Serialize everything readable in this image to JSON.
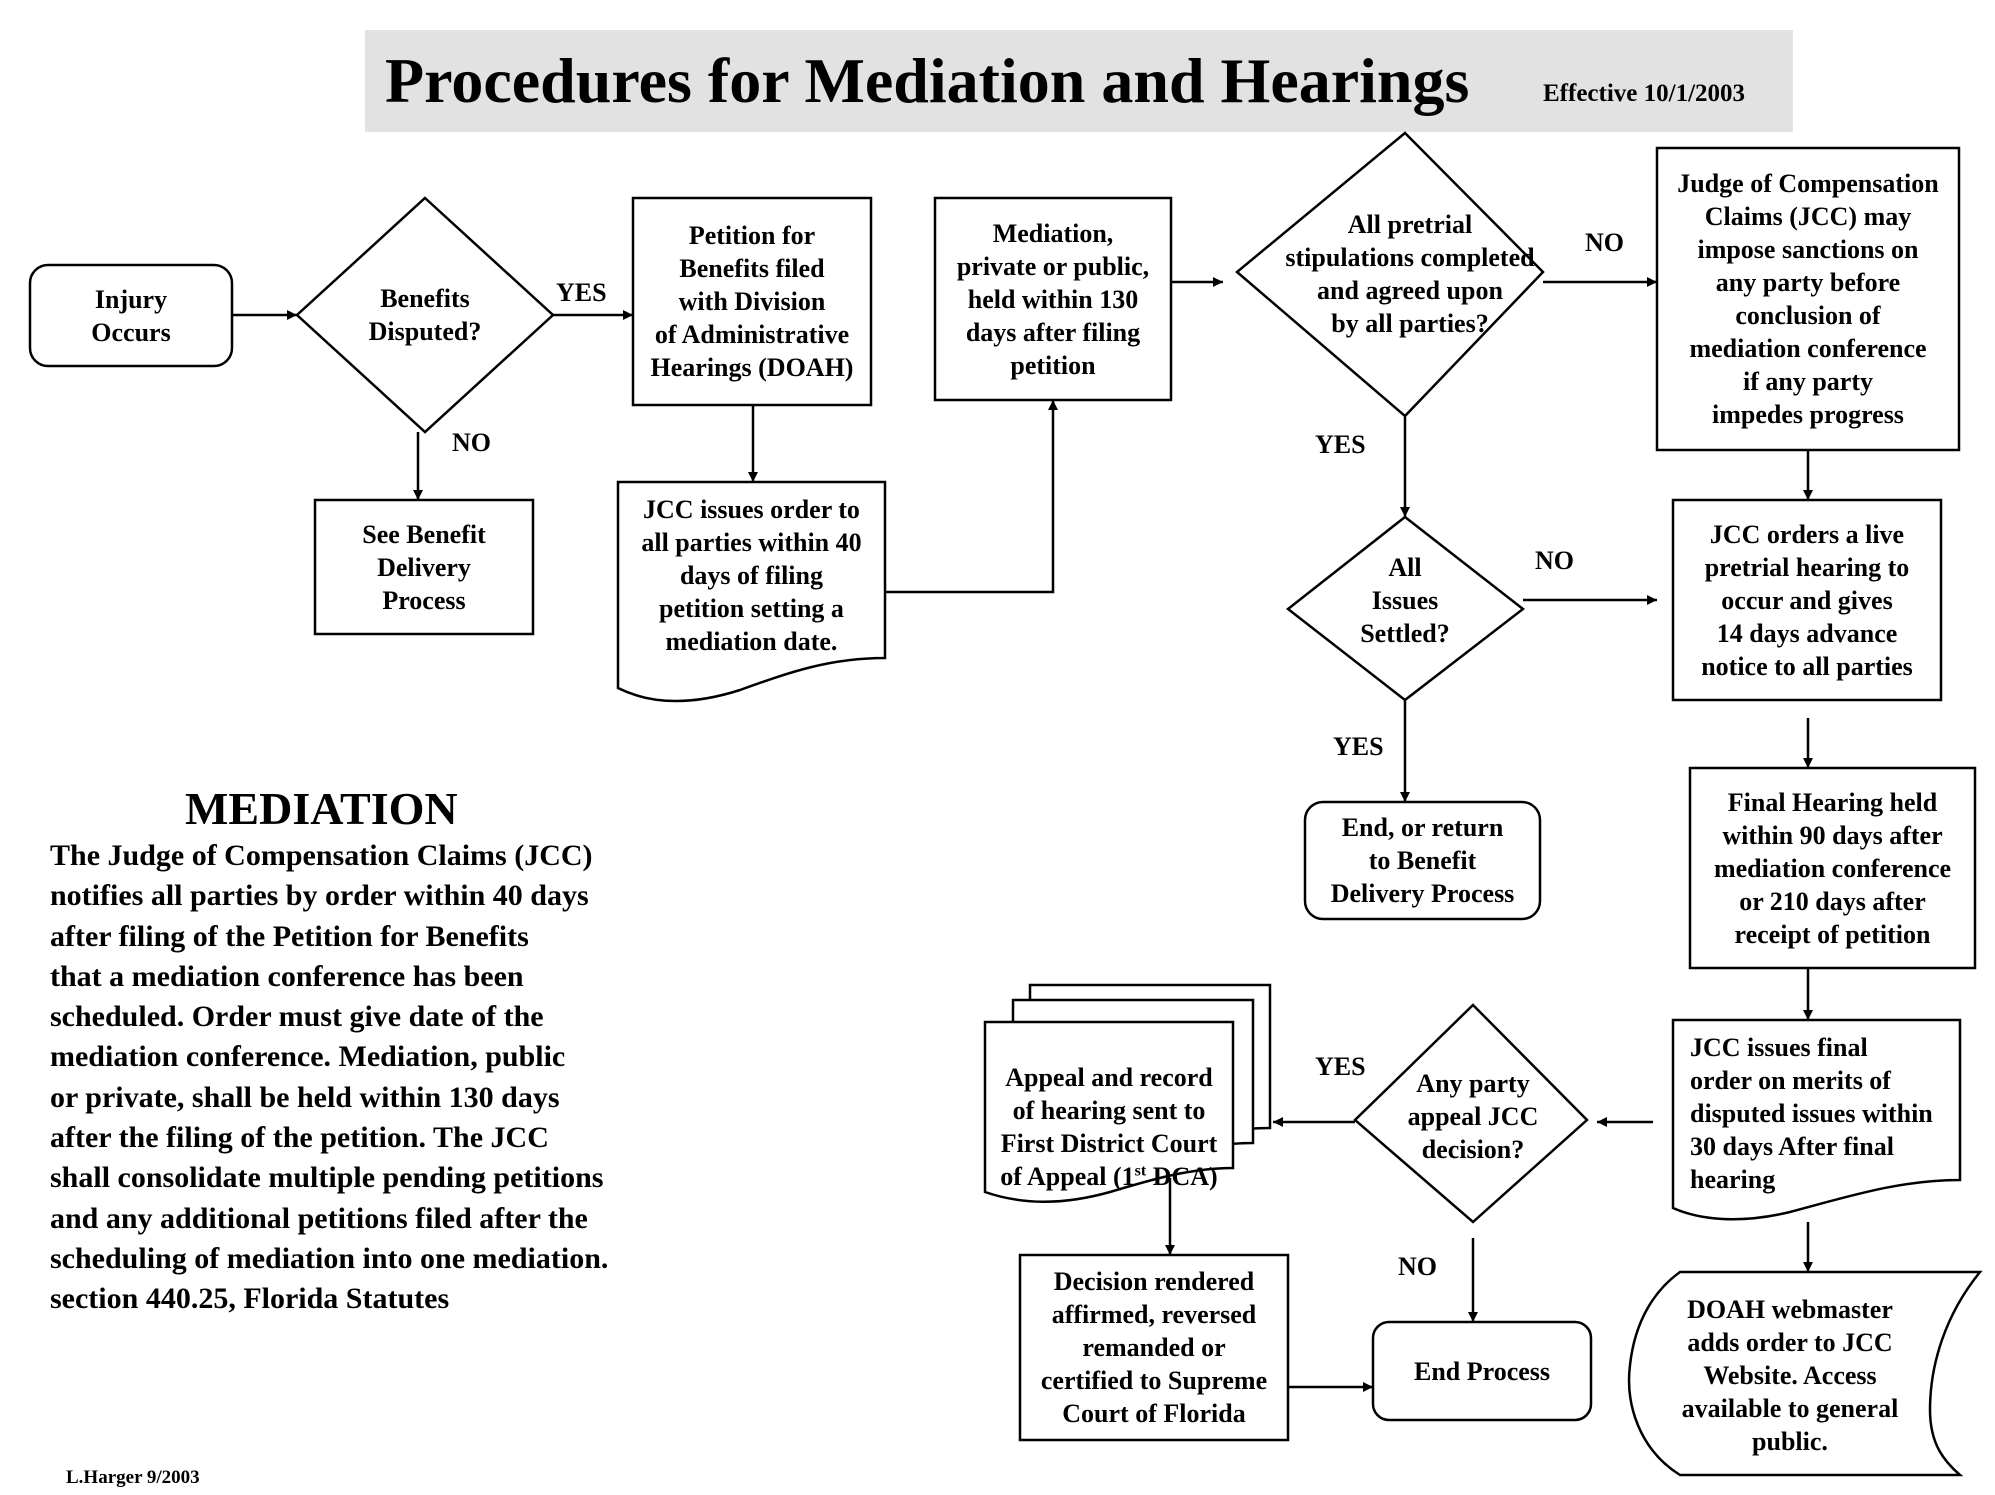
{
  "title": {
    "main": "Procedures for Mediation and Hearings",
    "effective": "Effective 10/1/2003"
  },
  "nodes": {
    "injury": "Injury\nOccurs",
    "benefits_disputed": "Benefits\nDisputed?",
    "see_benefit": "See Benefit\nDelivery\nProcess",
    "petition": "Petition for\nBenefits filed\nwith Division\nof Administrative\nHearings (DOAH)",
    "jcc_order": "JCC issues order to\nall parties within 40\ndays of  filing\npetition setting a\nmediation date.",
    "mediation": "Mediation,\nprivate or public,\nheld within 130\ndays after filing\npetition",
    "pretrial_stip": "All pretrial\nstipulations completed\nand agreed upon\nby all parties?",
    "sanctions": "Judge of Compensation\nClaims (JCC)  may\nimpose sanctions on\nany party before\nconclusion of\nmediation conference\nif any party\nimpedes progress",
    "all_settled": "All\nIssues\nSettled?",
    "live_pretrial": "JCC orders a live\npretrial hearing to\noccur and gives\n14 days advance\nnotice to all parties",
    "end_return": "End, or return\nto Benefit\nDelivery Process",
    "final_hearing": "Final Hearing held\nwithin 90 days after\nmediation conference\nor 210 days after\nreceipt of  petition",
    "final_order": "JCC issues final\norder  on merits of\ndisputed issues within\n30 days After final\nhearing",
    "any_appeal": "Any party\nappeal JCC\ndecision?",
    "appeal_record_a": "Appeal and record\nof hearing sent to\nFirst District Court\nof Appeal (1",
    "appeal_record_sup": "st",
    "appeal_record_b": " DCA)",
    "decision": "Decision rendered\naffirmed, reversed\nremanded or\ncertified to Supreme\nCourt of Florida",
    "end_process": "End Process",
    "doah_web": "DOAH webmaster\nadds order to JCC\nWebsite. Access\navailable to general\npublic."
  },
  "edge_labels": {
    "yes": "YES",
    "no": "NO"
  },
  "mediation_section": {
    "heading": "MEDIATION",
    "body": "The Judge of Compensation Claims (JCC)\nnotifies all parties by order within 40 days\nafter filing of the Petition for Benefits\nthat a mediation conference has been\nscheduled. Order must give date of the\nmediation conference. Mediation, public\nor private, shall be held within 130 days\nafter the filing of the petition. The JCC\nshall consolidate multiple pending petitions\nand any additional petitions filed after the\nscheduling of mediation into one mediation.\nsection 440.25, Florida Statutes"
  },
  "footer": "L.Harger 9/2003"
}
